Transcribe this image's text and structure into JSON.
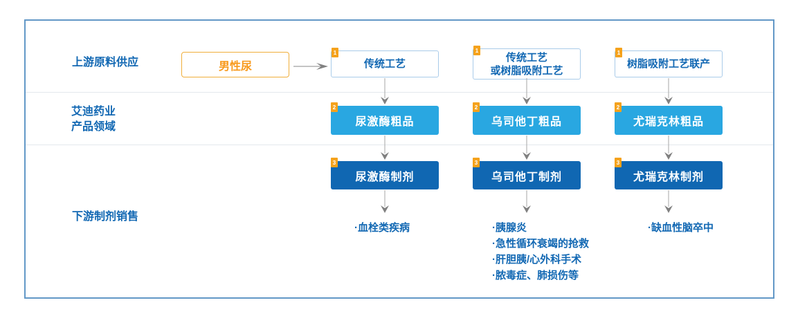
{
  "rows": {
    "upstream_label": "上游原料供应",
    "company_label_lines": [
      "艾迪药业",
      "产品领域"
    ],
    "downstream_label": "下游制剂销售"
  },
  "source_box": {
    "label": "男性尿"
  },
  "badges": {
    "step1": "1",
    "step2": "2",
    "step3": "3"
  },
  "columns": [
    {
      "process_lines": [
        "传统工艺"
      ],
      "crude": "尿激酶粗品",
      "formulation": "尿激酶制剂",
      "indications": [
        "·血栓类疾病"
      ]
    },
    {
      "process_lines": [
        "传统工艺",
        "或树脂吸附工艺"
      ],
      "crude": "乌司他丁粗品",
      "formulation": "乌司他丁制剂",
      "indications": [
        "·胰腺炎",
        "·急性循环衰竭的抢救",
        "·肝胆胰/心外科手术",
        "·脓毒症、肺损伤等"
      ]
    },
    {
      "process_lines": [
        "树脂吸附工艺联产"
      ],
      "crude": "尤瑞克林粗品",
      "formulation": "尤瑞克林制剂",
      "indications": [
        "·缺血性脑卒中"
      ]
    }
  ],
  "colors": {
    "label_blue": "#1268b3",
    "light_blue_box": "#29a7e1",
    "dark_blue_box": "#1067b2",
    "badge_orange": "#f5a21c",
    "source_border_orange": "#f0ae3a",
    "source_text_orange": "#f89a1d",
    "outline_box_border": "#a9cbe9",
    "frame_border": "#6298c7",
    "divider_gray": "#e3e8ed",
    "arrow_gray": "#808080"
  }
}
